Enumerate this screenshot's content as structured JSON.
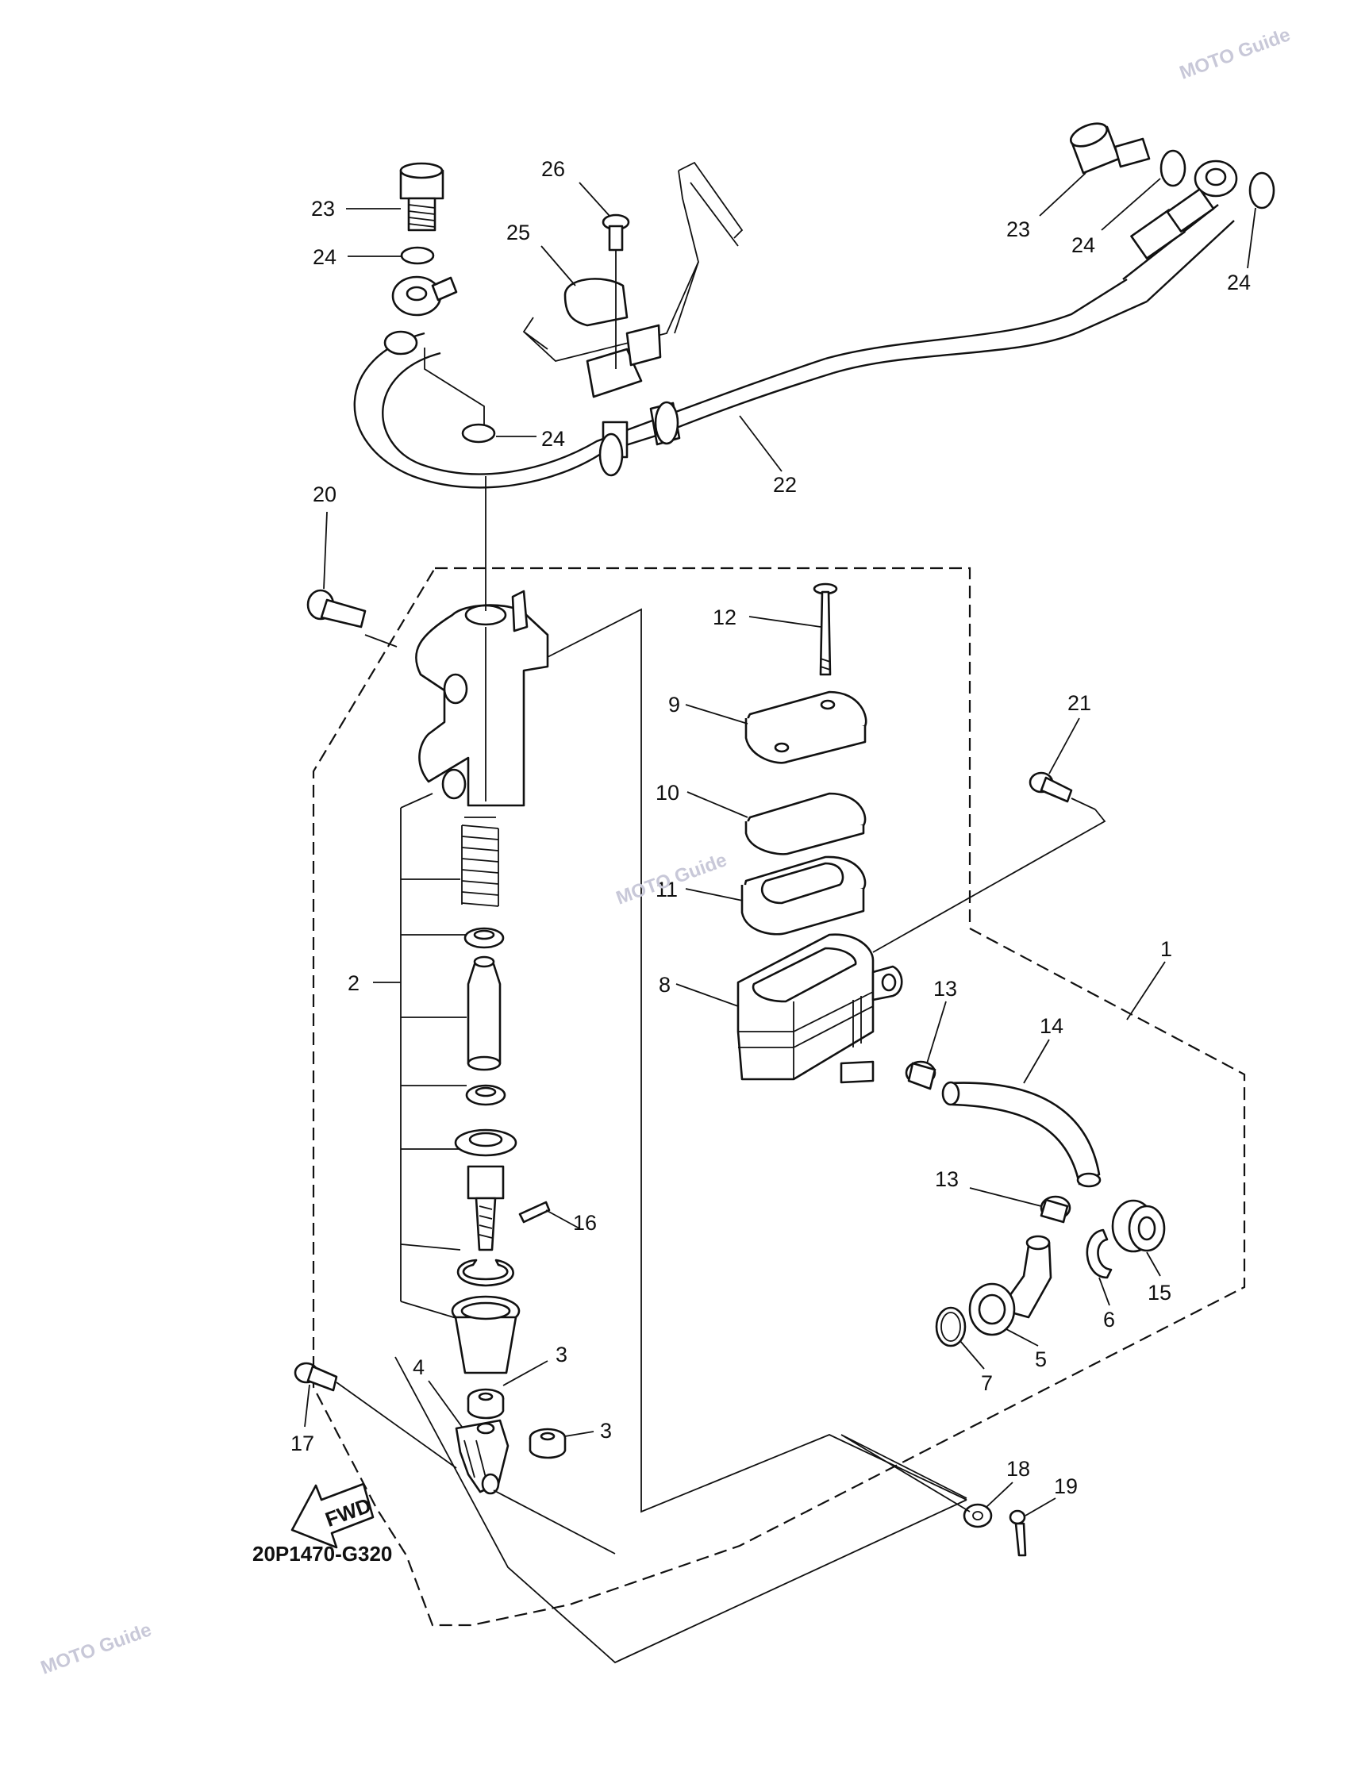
{
  "diagram": {
    "drawing_code": "20P1470-G320",
    "fwd_label": "FWD",
    "watermark": "MOTO Guide",
    "callouts": {
      "c1": "1",
      "c2": "2",
      "c3a": "3",
      "c3b": "3",
      "c4": "4",
      "c5": "5",
      "c6": "6",
      "c7": "7",
      "c8": "8",
      "c9": "9",
      "c10": "10",
      "c11": "11",
      "c12": "12",
      "c13a": "13",
      "c13b": "13",
      "c14": "14",
      "c15": "15",
      "c16": "16",
      "c17": "17",
      "c18": "18",
      "c19": "19",
      "c20": "20",
      "c21": "21",
      "c22": "22",
      "c23a": "23",
      "c23b": "23",
      "c24a": "24",
      "c24b": "24",
      "c24c": "24",
      "c24d": "24",
      "c25": "25",
      "c26": "26"
    },
    "colors": {
      "line": "#111111",
      "background": "#ffffff",
      "watermark": "#c8c8d8"
    }
  }
}
